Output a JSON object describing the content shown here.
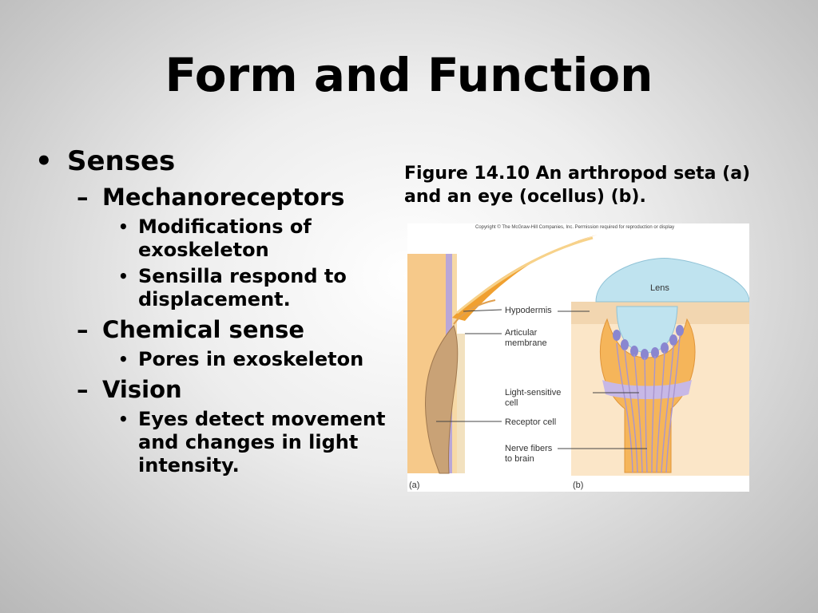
{
  "slide": {
    "title": "Form and Function",
    "bullets": {
      "senses": "Senses",
      "mechanoreceptors": "Mechanoreceptors",
      "mod_exoskeleton": "Modifications of exoskeleton",
      "sensilla": "Sensilla respond to displacement.",
      "chemical": "Chemical sense",
      "pores": "Pores in exoskeleton",
      "vision": "Vision",
      "eyes": "Eyes detect movement and changes in light intensity."
    },
    "caption": "Figure 14.10  An arthropod seta (a) and an eye (ocellus) (b)."
  },
  "figure": {
    "copyright": "Copyright © The McGraw-Hill Companies, Inc. Permission required for reproduction or display",
    "labels": {
      "hypodermis": "Hypodermis",
      "articular_1": "Articular",
      "articular_2": "membrane",
      "light_1": "Light-sensitive",
      "light_2": "cell",
      "receptor": "Receptor cell",
      "nerve_1": "Nerve fibers",
      "nerve_2": "to brain",
      "lens": "Lens",
      "panel_a": "(a)",
      "panel_b": "(b)"
    },
    "colors": {
      "cuticle": "#f5c27e",
      "seta": "#f0a030",
      "membrane": "#b9a7d8",
      "lens": "#bfe3ef",
      "nerve": "#a995cf"
    }
  }
}
